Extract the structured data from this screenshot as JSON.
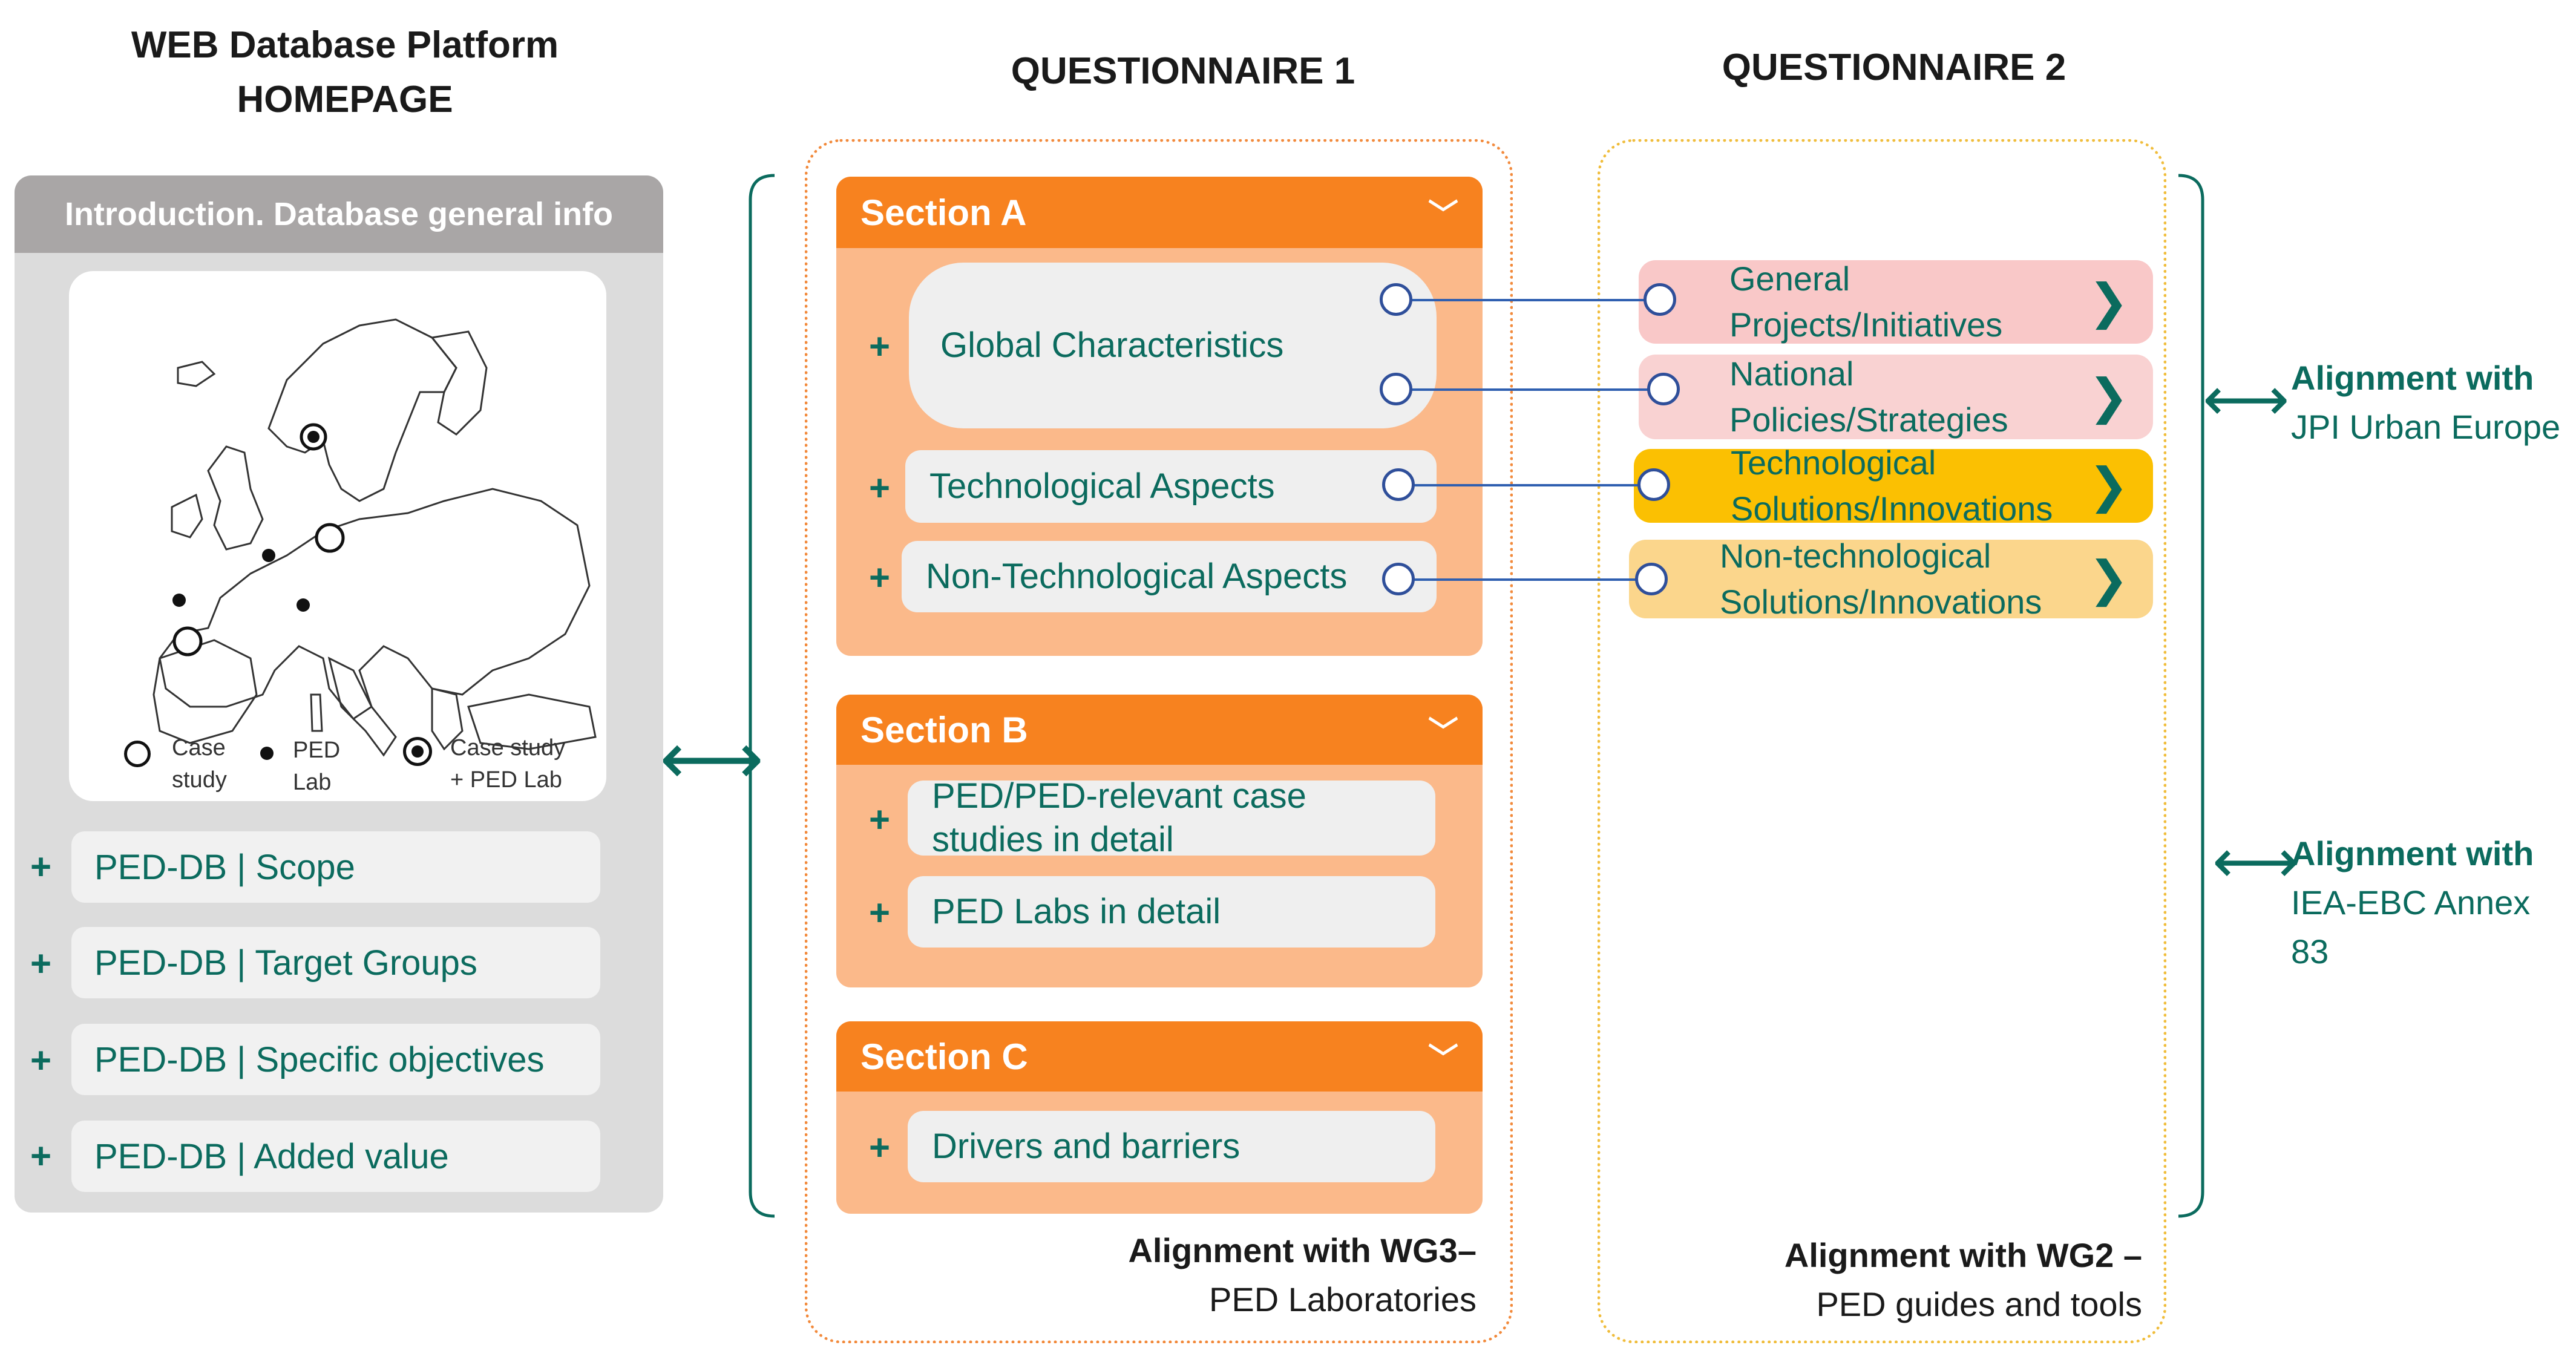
{
  "homepage": {
    "title_line1": "WEB  Database Platform",
    "title_line2": "HOMEPAGE",
    "intro_bar": "Introduction. Database general info",
    "legend": {
      "case_study_1": "Case",
      "case_study_2": "study",
      "ped_lab_1": "PED",
      "ped_lab_2": "Lab",
      "both_1": "Case study",
      "both_2": "+ PED Lab"
    },
    "items": [
      {
        "plus": "+",
        "label": "PED-DB | Scope"
      },
      {
        "plus": "+",
        "label": "PED-DB | Target Groups"
      },
      {
        "plus": "+",
        "label": "PED-DB | Specific objectives"
      },
      {
        "plus": "+",
        "label": "PED-DB | Added value"
      }
    ]
  },
  "q1": {
    "title": "QUESTIONNAIRE 1",
    "section_a": {
      "title": "Section A",
      "chevron": "﹀",
      "rows": [
        {
          "plus": "+",
          "label": "Global Characteristics"
        },
        {
          "plus": "+",
          "label": "Technological Aspects"
        },
        {
          "plus": "+",
          "label": "Non-Technological Aspects"
        }
      ]
    },
    "section_b": {
      "title": "Section B",
      "chevron": "﹀",
      "rows": [
        {
          "plus": "+",
          "label_1": "PED/PED-relevant case",
          "label_2": "studies in detail"
        },
        {
          "plus": "+",
          "label": "PED Labs in detail"
        }
      ]
    },
    "section_c": {
      "title": "Section C",
      "chevron": "﹀",
      "rows": [
        {
          "plus": "+",
          "label": "Drivers and barriers"
        }
      ]
    },
    "alignment_bold": "Alignment with WG3–",
    "alignment_sub": "PED Laboratories"
  },
  "q2": {
    "title": "QUESTIONNAIRE 2",
    "cards": [
      {
        "line1": "General",
        "line2": "Projects/Initiatives",
        "color": "#f9c8c8",
        "arrow": "❯"
      },
      {
        "line1": "National",
        "line2": "Policies/Strategies",
        "color": "#f9d2d2",
        "arrow": "❯"
      },
      {
        "line1": "Technological",
        "line2": "Solutions/Innovations",
        "color": "#fbc002",
        "arrow": "❯"
      },
      {
        "line1": "Non-technological",
        "line2": "Solutions/Innovations",
        "color": "#fbd68c",
        "arrow": "❯"
      }
    ],
    "alignment_bold": "Alignment with WG2 –",
    "alignment_sub": "PED guides and tools"
  },
  "right": {
    "align1_bold": "Alignment with",
    "align1_sub": "JPI Urban Europe",
    "align2_bold": "Alignment with",
    "align2_sub": "IEA-EBC Annex 83",
    "double_arrow": "⟷"
  },
  "colors": {
    "teal": "#0b6b5e",
    "orange": "#f7821f",
    "light_orange": "#fbb98a",
    "connector_blue": "#2f5fb0"
  }
}
